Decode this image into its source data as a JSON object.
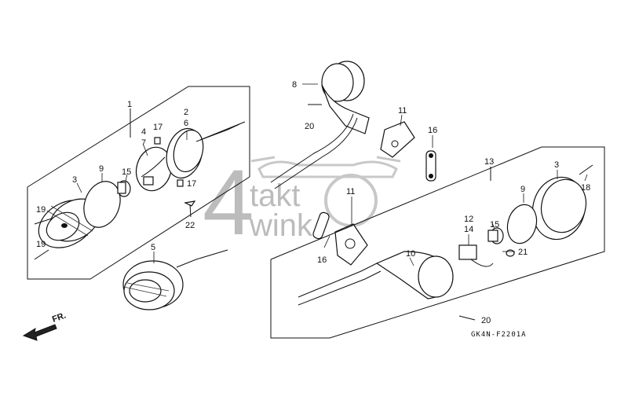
{
  "part_labels": {
    "p1": "1",
    "p2": "2",
    "p3a": "3",
    "p3b": "3",
    "p4": "4",
    "p5": "5",
    "p6": "6",
    "p7": "7",
    "p8": "8",
    "p9a": "9",
    "p9b": "9",
    "p10": "10",
    "p11a": "11",
    "p11b": "11",
    "p12": "12",
    "p13": "13",
    "p14": "14",
    "p15a": "15",
    "p15b": "15",
    "p16a": "16",
    "p16b": "16",
    "p17a": "17",
    "p17b": "17",
    "p18": "18",
    "p19a": "19",
    "p19b": "19",
    "p20a": "20",
    "p20b": "20",
    "p21": "21",
    "p22": "22"
  },
  "front_indicator": "FR.",
  "diagram_code": "GK4N-F2201A",
  "watermark": {
    "numeral": "4",
    "line1": "takt",
    "line2": "wink"
  }
}
